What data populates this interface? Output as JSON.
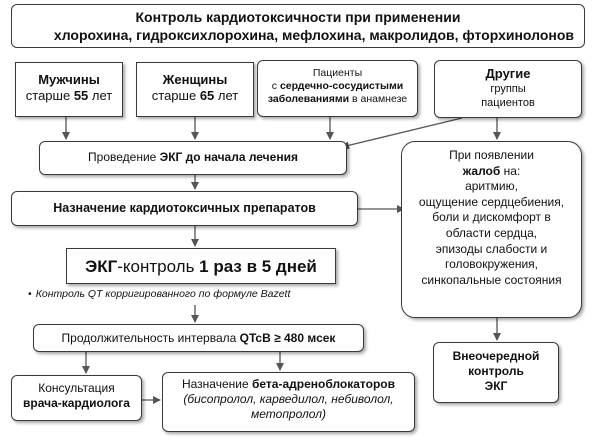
{
  "title": {
    "line1": "Контроль кардиотоксичности при применении",
    "line2": "хлорохина, гидроксихлорохина, мефлохина, макролидов, фторхинолонов"
  },
  "groups": {
    "men": {
      "label": "Мужчины",
      "prefix": "старше ",
      "age": "55",
      "suffix": " лет"
    },
    "women": {
      "label": "Женщины",
      "prefix": "старше ",
      "age": "65",
      "suffix": " лет"
    },
    "patients": {
      "line1": "Пациенты",
      "line2_pre": "с ",
      "line2_bold": "сердечно-сосудистыми",
      "line3_bold": "заболеваниями",
      "line3_post": " в анамнезе"
    },
    "others": {
      "label": "Другие",
      "line2": "группы",
      "line3": "пациентов"
    }
  },
  "ecg_before": {
    "pre": "Проведение ",
    "bold": "ЭКГ до начала лечения"
  },
  "prescribe": {
    "text": "Назначение кардиотоксичных препаратов"
  },
  "ecg_control": {
    "bold1": "ЭКГ",
    "mid": "-контроль ",
    "bold2": "1 раз в 5 дней"
  },
  "bazett_note": "Контроль QT корригированного по формуле Bazett",
  "bullet": "•",
  "qtc": {
    "pre": "Продолжительность интервала ",
    "bold": "QTcB ≥ 480 мсек"
  },
  "consult": {
    "line1": "Консультация",
    "line2": "врача-кардиолога"
  },
  "beta": {
    "pre": "Назначение ",
    "bold": "бета-адреноблокаторов",
    "line2": "(бисопролол, карведилол, небиволол,",
    "line3": "метопролол)"
  },
  "complaints": {
    "line1": "При появлении",
    "bold": "жалоб",
    "after_bold": " на:",
    "items": [
      "аритмию,",
      "ощущение сердцебиения,",
      "боли и дискомфорт в",
      "области сердца,",
      "эпизоды слабости и",
      "головокружения,",
      "синкопальные состояния"
    ]
  },
  "extra_ecg": {
    "line1": "Внеочередной",
    "line2": "контроль",
    "line3": "ЭКГ"
  }
}
